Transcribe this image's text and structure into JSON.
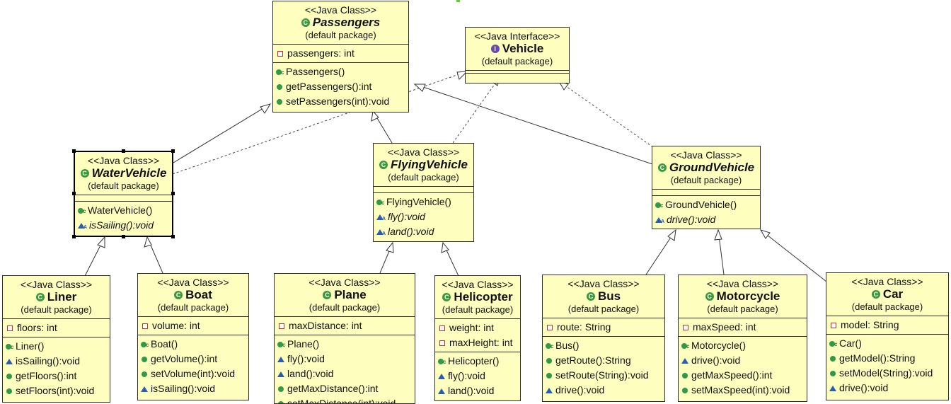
{
  "stereotype_class": "<<Java Class>>",
  "stereotype_interface": "<<Java Interface>>",
  "default_package": "(default package)",
  "classes": {
    "passengers": {
      "name": "Passengers",
      "attrs": [
        {
          "text": "passengers: int",
          "vis": "private"
        }
      ],
      "methods": [
        {
          "text": "Passengers()",
          "vis": "ctor"
        },
        {
          "text": "getPassengers():int",
          "vis": "public"
        },
        {
          "text": "setPassengers(int):void",
          "vis": "public"
        }
      ]
    },
    "vehicle": {
      "name": "Vehicle"
    },
    "watervehicle": {
      "name": "WaterVehicle",
      "methods": [
        {
          "text": "WaterVehicle()",
          "vis": "ctor"
        },
        {
          "text": "isSailing():void",
          "vis": "abstract"
        }
      ]
    },
    "flyingvehicle": {
      "name": "FlyingVehicle",
      "methods": [
        {
          "text": "FlyingVehicle()",
          "vis": "ctor"
        },
        {
          "text": "fly():void",
          "vis": "abstract"
        },
        {
          "text": "land():void",
          "vis": "abstract"
        }
      ]
    },
    "groundvehicle": {
      "name": "GroundVehicle",
      "methods": [
        {
          "text": "GroundVehicle()",
          "vis": "ctor"
        },
        {
          "text": "drive():void",
          "vis": "abstract"
        }
      ]
    },
    "liner": {
      "name": "Liner",
      "attrs": [
        {
          "text": "floors: int",
          "vis": "private"
        }
      ],
      "methods": [
        {
          "text": "Liner()",
          "vis": "ctor"
        },
        {
          "text": "isSailing():void",
          "vis": "package"
        },
        {
          "text": "getFloors():int",
          "vis": "public"
        },
        {
          "text": "setFloors(int):void",
          "vis": "public"
        }
      ]
    },
    "boat": {
      "name": "Boat",
      "attrs": [
        {
          "text": "volume: int",
          "vis": "private"
        }
      ],
      "methods": [
        {
          "text": "Boat()",
          "vis": "ctor"
        },
        {
          "text": "getVolume():int",
          "vis": "public"
        },
        {
          "text": "setVolume(int):void",
          "vis": "public"
        },
        {
          "text": "isSailing():void",
          "vis": "package"
        }
      ]
    },
    "plane": {
      "name": "Plane",
      "attrs": [
        {
          "text": "maxDistance: int",
          "vis": "private"
        }
      ],
      "methods": [
        {
          "text": "Plane()",
          "vis": "ctor"
        },
        {
          "text": "fly():void",
          "vis": "package"
        },
        {
          "text": "land():void",
          "vis": "package"
        },
        {
          "text": "getMaxDistance():int",
          "vis": "public"
        },
        {
          "text": "setMaxDistance(int):void",
          "vis": "public"
        }
      ]
    },
    "helicopter": {
      "name": "Helicopter",
      "attrs": [
        {
          "text": "weight: int",
          "vis": "private"
        },
        {
          "text": "maxHeight: int",
          "vis": "private"
        }
      ],
      "methods": [
        {
          "text": "Helicopter()",
          "vis": "ctor"
        },
        {
          "text": "fly():void",
          "vis": "package"
        },
        {
          "text": "land():void",
          "vis": "package"
        }
      ]
    },
    "bus": {
      "name": "Bus",
      "attrs": [
        {
          "text": "route: String",
          "vis": "private"
        }
      ],
      "methods": [
        {
          "text": "Bus()",
          "vis": "ctor"
        },
        {
          "text": "getRoute():String",
          "vis": "public"
        },
        {
          "text": "setRoute(String):void",
          "vis": "public"
        },
        {
          "text": "drive():void",
          "vis": "package"
        }
      ]
    },
    "motorcycle": {
      "name": "Motorcycle",
      "attrs": [
        {
          "text": "maxSpeed: int",
          "vis": "private"
        }
      ],
      "methods": [
        {
          "text": "Motorcycle()",
          "vis": "ctor"
        },
        {
          "text": "drive():void",
          "vis": "package"
        },
        {
          "text": "getMaxSpeed():int",
          "vis": "public"
        },
        {
          "text": "setMaxSpeed(int):void",
          "vis": "public"
        }
      ]
    },
    "car": {
      "name": "Car",
      "attrs": [
        {
          "text": "model: String",
          "vis": "private"
        }
      ],
      "methods": [
        {
          "text": "Car()",
          "vis": "ctor"
        },
        {
          "text": "getModel():String",
          "vis": "public"
        },
        {
          "text": "setModel(String):void",
          "vis": "public"
        },
        {
          "text": "drive():void",
          "vis": "package"
        }
      ]
    }
  }
}
